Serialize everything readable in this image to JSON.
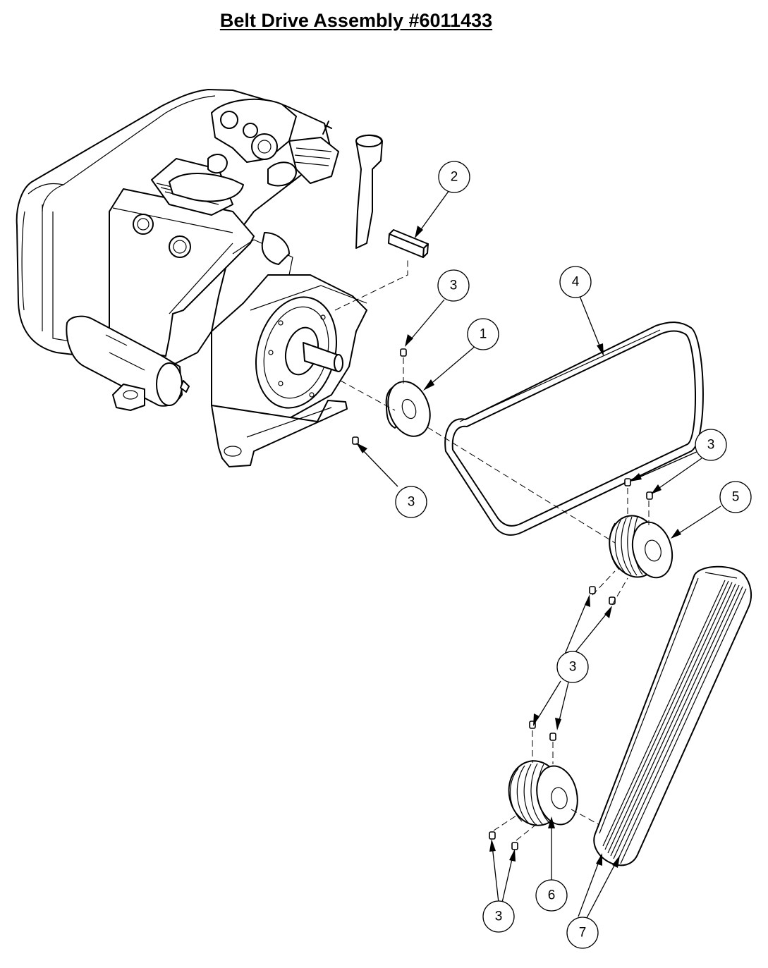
{
  "title": "Belt Drive Assembly #6011433",
  "callouts": [
    {
      "id": "callout-1",
      "label": "1"
    },
    {
      "id": "callout-2",
      "label": "2"
    },
    {
      "id": "callout-3-top",
      "label": "3"
    },
    {
      "id": "callout-3-left",
      "label": "3"
    },
    {
      "id": "callout-4",
      "label": "4"
    },
    {
      "id": "callout-3-right",
      "label": "3"
    },
    {
      "id": "callout-5",
      "label": "5"
    },
    {
      "id": "callout-3-middle",
      "label": "3"
    },
    {
      "id": "callout-6",
      "label": "6"
    },
    {
      "id": "callout-3-bottom",
      "label": "3"
    },
    {
      "id": "callout-7",
      "label": "7"
    }
  ]
}
